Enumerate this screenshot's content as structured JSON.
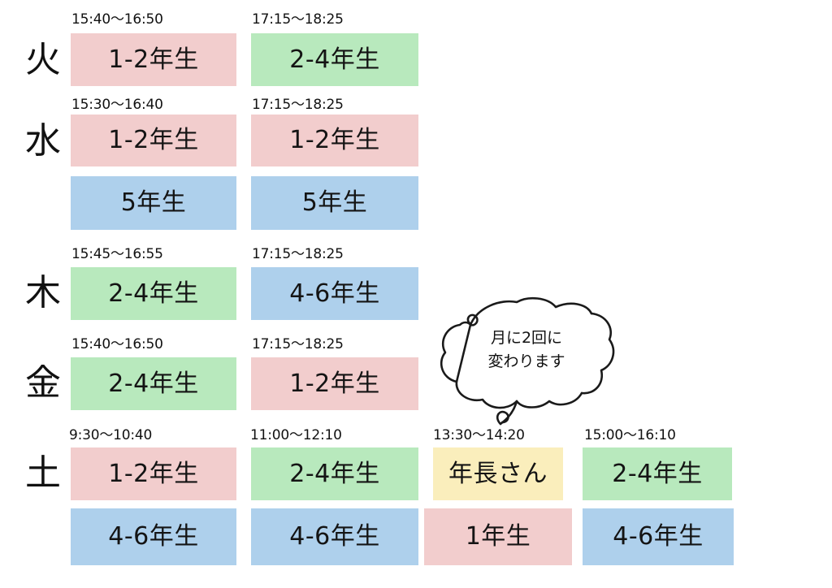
{
  "page": {
    "title": "教室スケジュール",
    "background": "#ffffff"
  },
  "colors": {
    "pink": "#f2cdcd",
    "green": "#b8e9bd",
    "blue": "#aed0ec",
    "yellow": "#faeebc",
    "text": "#111111",
    "ink": "#1a1a1a"
  },
  "rows": [
    {
      "day": "火",
      "slots": [
        {
          "time": "15:40〜16:50",
          "blocks": [
            {
              "label": "1-2年生",
              "color": "pink"
            }
          ]
        },
        {
          "time": "17:15〜18:25",
          "blocks": [
            {
              "label": "2-4年生",
              "color": "green"
            }
          ]
        }
      ]
    },
    {
      "day": "水",
      "slots": [
        {
          "time": "15:30〜16:40",
          "blocks": [
            {
              "label": "1-2年生",
              "color": "pink"
            },
            {
              "label": "5年生",
              "color": "blue"
            }
          ]
        },
        {
          "time": "17:15〜18:25",
          "blocks": [
            {
              "label": "1-2年生",
              "color": "pink"
            },
            {
              "label": "5年生",
              "color": "blue"
            }
          ]
        }
      ]
    },
    {
      "day": "木",
      "slots": [
        {
          "time": "15:45〜16:55",
          "blocks": [
            {
              "label": "2-4年生",
              "color": "green"
            }
          ]
        },
        {
          "time": "17:15〜18:25",
          "blocks": [
            {
              "label": "4-6年生",
              "color": "blue"
            }
          ]
        }
      ]
    },
    {
      "day": "金",
      "slots": [
        {
          "time": "15:40〜16:50",
          "blocks": [
            {
              "label": "2-4年生",
              "color": "green"
            }
          ]
        },
        {
          "time": "17:15〜18:25",
          "blocks": [
            {
              "label": "1-2年生",
              "color": "pink"
            }
          ]
        }
      ]
    },
    {
      "day": "土",
      "slots": [
        {
          "time": "9:30〜10:40",
          "blocks": [
            {
              "label": "1-2年生",
              "color": "pink"
            },
            {
              "label": "4-6年生",
              "color": "blue"
            }
          ]
        },
        {
          "time": "11:00〜12:10",
          "blocks": [
            {
              "label": "2-4年生",
              "color": "green"
            },
            {
              "label": "4-6年生",
              "color": "blue"
            }
          ]
        },
        {
          "time": "13:30〜14:20",
          "blocks": [
            {
              "label": "年長さん",
              "color": "yellow"
            },
            {
              "label": "1年生",
              "color": "pink"
            }
          ]
        },
        {
          "time": "15:00〜16:10",
          "blocks": [
            {
              "label": "2-4年生",
              "color": "green"
            },
            {
              "label": "4-6年生",
              "color": "blue"
            }
          ]
        }
      ]
    }
  ],
  "annotation": {
    "kind": "speech-bubble",
    "line1": "月に2回に",
    "line2": "変わります"
  },
  "cells": {
    "r0c0t": "15:40〜16:50",
    "r0c0a": "1-2年生",
    "r0c1t": "17:15〜18:25",
    "r0c1a": "2-4年生",
    "r1c0t": "15:30〜16:40",
    "r1c0a": "1-2年生",
    "r1c0b": "5年生",
    "r1c1t": "17:15〜18:25",
    "r1c1a": "1-2年生",
    "r1c1b": "5年生",
    "r2c0t": "15:45〜16:55",
    "r2c0a": "2-4年生",
    "r2c1t": "17:15〜18:25",
    "r2c1a": "4-6年生",
    "r3c0t": "15:40〜16:50",
    "r3c0a": "2-4年生",
    "r3c1t": "17:15〜18:25",
    "r3c1a": "1-2年生",
    "r4c0t": "9:30〜10:40",
    "r4c0a": "1-2年生",
    "r4c0b": "4-6年生",
    "r4c1t": "11:00〜12:10",
    "r4c1a": "2-4年生",
    "r4c1b": "4-6年生",
    "r4c2t": "13:30〜14:20",
    "r4c2a": "年長さん",
    "r4c2b": "1年生",
    "r4c3t": "15:00〜16:10",
    "r4c3a": "2-4年生",
    "r4c3b": "4-6年生",
    "d0": "火",
    "d1": "水",
    "d2": "木",
    "d3": "金",
    "d4": "土"
  }
}
